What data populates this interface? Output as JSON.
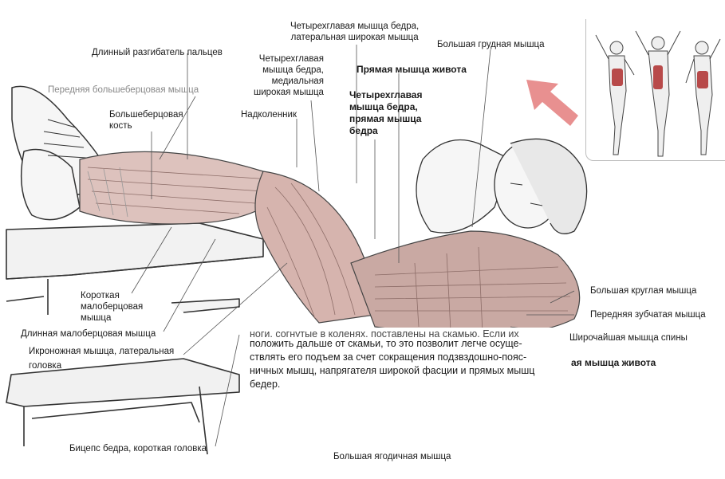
{
  "colors": {
    "label_text": "#1a1a1a",
    "leader_line": "#555555",
    "muscle_highlight": "#b84a4a",
    "arrow": "#e89090",
    "inset_border": "#bdbdbd",
    "sketch": "#333333",
    "muscle_fill": "#c9a9a3"
  },
  "labels": {
    "quad_lateral": [
      "Четырехглавая мышца бедра,",
      "латеральная широкая мышца"
    ],
    "ext_digitorum": "Длинный разгибатель пальцев",
    "pectoralis": "Большая грудная мышца",
    "quad_medial": [
      "Четырехглавая",
      "мышца бедра,",
      "медиальная",
      "широкая мышца"
    ],
    "rectus_abdominis": "Прямая мышца живота",
    "tibialis_anterior": "Передняя большеберцовая мышца",
    "quad_rectus": [
      "Четырехглавая",
      "мышца бедра,",
      "прямая мышца",
      "бедра"
    ],
    "tibia": [
      "Большеберцовая",
      "кость"
    ],
    "patella": "Надколенник",
    "teres_major": "Большая круглая мышца",
    "serratus": "Передняя зубчатая мышца",
    "latissimus": "Широчайшая мышца спины",
    "rectus_abdominis_2": "ая мышца живота",
    "peroneus_brevis": [
      "Короткая",
      "малоберцовая",
      "мышца"
    ],
    "peroneus_longus": "Длинная малоберцовая мышца",
    "gastrocnemius": [
      "Икроножная мышца, латеральная",
      "головка"
    ],
    "biceps_femoris": "Бицепс бедра, короткая головка",
    "gluteus_maximus": "Большая ягодичная мышца"
  },
  "caption": {
    "fragment": "ноги, согнутые в коленях, поставлены на скамью. Если их",
    "lines": [
      "положить дальше от скамьи, то это позволит легче осуще-",
      "ствлять его подъем за счет сокращения подзвздошно-пояс-",
      "ничных мышц, напрягателя широкой фасции и прямых мышц",
      "бедер."
    ]
  },
  "icons": [
    "direction-arrow-icon",
    "anatomy-figure-icon"
  ]
}
